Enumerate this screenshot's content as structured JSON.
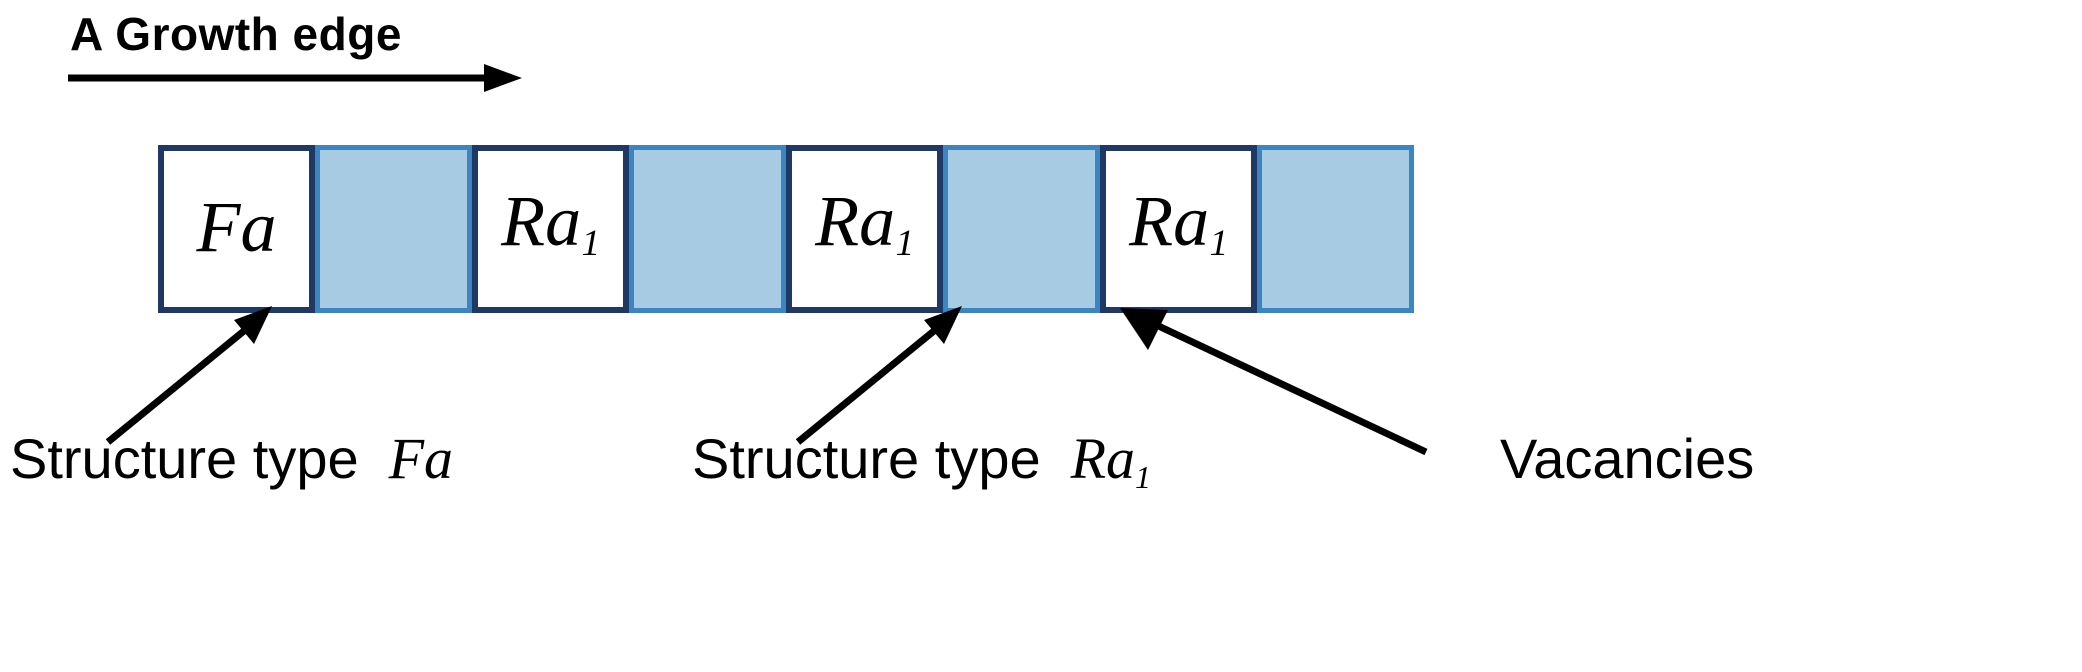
{
  "panel": {
    "label": "A Growth edge",
    "arrow_icon": "right-arrow-icon",
    "arrow_direction": "right"
  },
  "colors": {
    "occupied_border": "#1F3864",
    "occupied_fill": "#FFFFFF",
    "vacancy_border": "#3C85C0",
    "vacancy_fill": "#A6CBE3",
    "text": "#000000",
    "background": "#FFFFFF"
  },
  "chain": {
    "cell_count": 8,
    "cells": [
      {
        "index": 1,
        "kind": "occupied",
        "label_main": "Fa",
        "label_sub": ""
      },
      {
        "index": 2,
        "kind": "vacancy",
        "label_main": "",
        "label_sub": ""
      },
      {
        "index": 3,
        "kind": "occupied",
        "label_main": "Ra",
        "label_sub": "1"
      },
      {
        "index": 4,
        "kind": "vacancy",
        "label_main": "",
        "label_sub": ""
      },
      {
        "index": 5,
        "kind": "occupied",
        "label_main": "Ra",
        "label_sub": "1"
      },
      {
        "index": 6,
        "kind": "vacancy",
        "label_main": "",
        "label_sub": ""
      },
      {
        "index": 7,
        "kind": "occupied",
        "label_main": "Ra",
        "label_sub": "1"
      },
      {
        "index": 8,
        "kind": "vacancy",
        "label_main": "",
        "label_sub": ""
      }
    ]
  },
  "annotations": {
    "fa": {
      "text": "Structure  type",
      "math_main": "Fa",
      "math_sub": "",
      "arrow_icon": "leader-arrow-icon"
    },
    "ra1": {
      "text": "Structure  type",
      "math_main": "Ra",
      "math_sub": "1",
      "arrow_icon": "leader-arrow-icon"
    },
    "vacancy": {
      "text": "Vacancies",
      "arrow_icon": "leader-arrow-icon"
    }
  }
}
